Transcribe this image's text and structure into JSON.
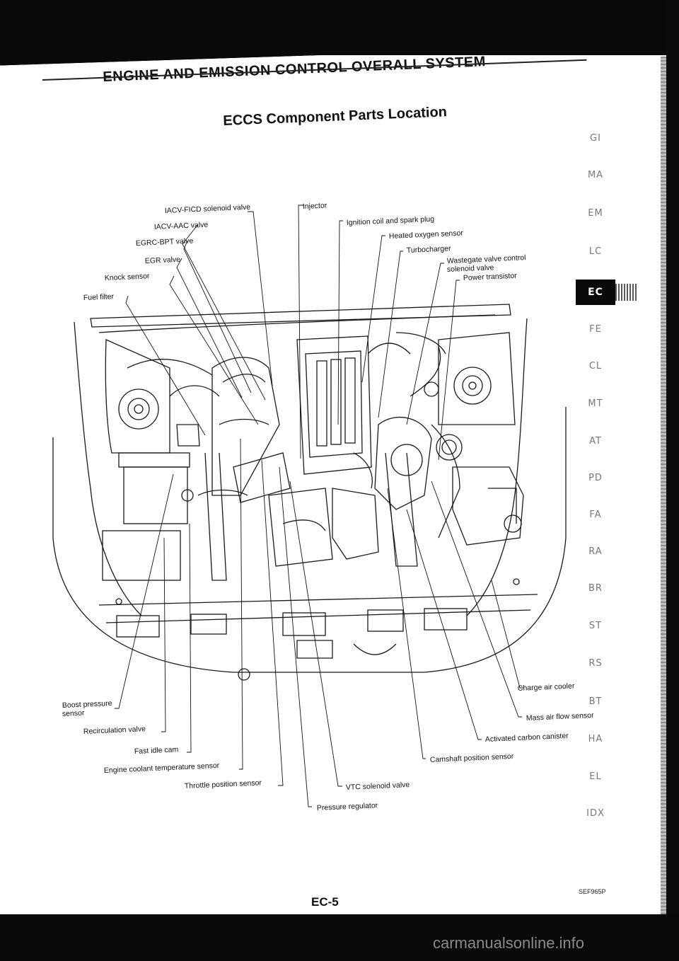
{
  "header": {
    "section_title": "ENGINE AND EMISSION CONTROL OVERALL SYSTEM",
    "subtitle": "ECCS Component Parts Location"
  },
  "side_tabs": [
    "GI",
    "MA",
    "EM",
    "LC",
    "EC",
    "FE",
    "CL",
    "MT",
    "AT",
    "PD",
    "FA",
    "RA",
    "BR",
    "ST",
    "RS",
    "BT",
    "HA",
    "EL",
    "IDX"
  ],
  "active_tab": "EC",
  "labels": {
    "iacv_ficd": "IACV-FICD solenoid valve",
    "iacv_aac": "IACV-AAC valve",
    "egrc_bpt": "EGRC-BPT valve",
    "egr": "EGR valve",
    "knock": "Knock sensor",
    "fuel_filter": "Fuel filter",
    "injector": "Injector",
    "ignition_coil": "Ignition coil and spark plug",
    "heated_o2": "Heated oxygen sensor",
    "turbocharger": "Turbocharger",
    "wastegate_1": "Wastegate valve control",
    "wastegate_2": "solenoid valve",
    "power_transistor": "Power transistor",
    "boost_1": "Boost pressure",
    "boost_2": "sensor",
    "recirculation": "Recirculation valve",
    "fast_idle": "Fast idle cam",
    "coolant_temp": "Engine coolant temperature sensor",
    "throttle_pos": "Throttle position sensor",
    "pressure_reg": "Pressure regulator",
    "vtc": "VTC solenoid valve",
    "camshaft": "Camshaft position sensor",
    "carbon_canister": "Activated carbon canister",
    "mass_air": "Mass air flow sensor",
    "charge_air": "Charge air cooler"
  },
  "figure_code": "SEF965P",
  "page_number": "EC-5",
  "watermark": "carmanualsonline.info"
}
